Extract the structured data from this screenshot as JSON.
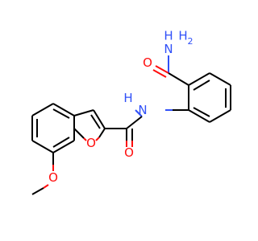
{
  "molecule": {
    "atoms": {
      "amide_n_top": {
        "element": "N",
        "hydrogens": "H",
        "label": "NH2",
        "display": "N",
        "subscript": "2",
        "color": "#3050f8"
      },
      "amide_o_top": {
        "element": "O",
        "display": "O",
        "color": "#ff0d0d"
      },
      "amide_nh_mid": {
        "element": "N",
        "display": "N",
        "hydrogen": "H",
        "color": "#3050f8"
      },
      "furan_o": {
        "element": "O",
        "display": "O",
        "color": "#ff0d0d"
      },
      "amide_o_bottom": {
        "element": "O",
        "display": "O",
        "color": "#ff0d0d"
      },
      "methoxy_o": {
        "element": "O",
        "display": "O",
        "color": "#ff0d0d"
      }
    },
    "colors": {
      "bond": "#000000",
      "oxygen": "#ff0d0d",
      "nitrogen": "#3050f8",
      "background": "#ffffff"
    }
  }
}
